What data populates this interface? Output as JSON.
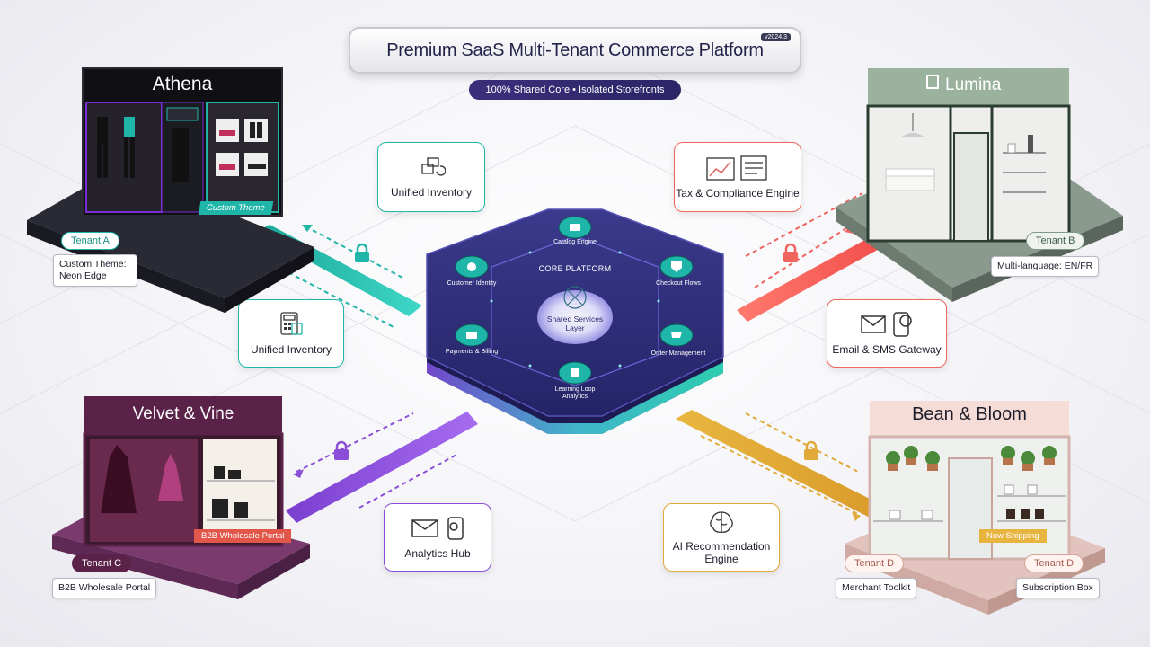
{
  "title": "Premium SaaS Multi-Tenant Commerce Platform",
  "version": "v2024.3",
  "subtitle": "100% Shared Core • Isolated Storefronts",
  "core": {
    "heading": "CORE PLATFORM",
    "center_label": "Shared Services Layer",
    "nodes": [
      "Catalog Engine",
      "Customer Identity",
      "Payments & Billing",
      "Checkout Flows",
      "Order Management",
      "Learning Loop Analytics"
    ]
  },
  "services": {
    "unified_inventory_top": "Unified Inventory",
    "tax_engine": "Tax & Compliance Engine",
    "unified_inventory_left": "Unified Inventory",
    "email_sms": "Email & SMS Gateway",
    "analytics_hub": "Analytics Hub",
    "ai_engine": "AI Recommendation Engine"
  },
  "tenants": {
    "athena": {
      "name": "Athena",
      "ribbon": "Custom Theme",
      "tag": "Tenant A",
      "note": "Custom Theme: Neon Edge",
      "color": "#1fb5a8"
    },
    "lumina": {
      "name": "Lumina",
      "tag": "Tenant B",
      "note": "Multi-language: EN/FR",
      "color": "#f0645e"
    },
    "velvet": {
      "name": "Velvet & Vine",
      "ribbon": "B2B Wholesale Portal",
      "tag": "Tenant C",
      "note": "B2B Wholesale Portal",
      "color": "#8a4fd6"
    },
    "bean": {
      "name": "Bean & Bloom",
      "ribbon": "Now Shipping",
      "tag_left": "Tenant D",
      "tag_right": "Tenant D",
      "note_left": "Merchant Toolkit",
      "note_right": "Subscription Box",
      "color": "#e0a93a"
    }
  },
  "colors": {
    "teal": "#1fb5a8",
    "coral": "#f0645e",
    "purple": "#8a4fd6",
    "gold": "#e0a93a",
    "core_dark": "#2c2a72"
  }
}
